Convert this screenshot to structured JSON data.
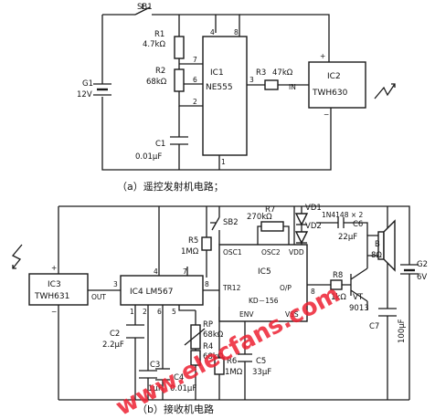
{
  "transmitter": {
    "sb1": "SB1",
    "r1": "R1",
    "r1_val": "4.7kΩ",
    "r2": "R2",
    "r2_val": "68kΩ",
    "g1": "G1",
    "g1_val": "12V",
    "c1": "C1",
    "c1_val": "0.01μF",
    "ic1": "IC1",
    "ic1_part": "NE555",
    "pin7": "7",
    "pin6": "6",
    "pin2": "2",
    "pin4": "4",
    "pin8": "8",
    "pin1": "1",
    "pin3": "3",
    "r3": "R3",
    "r3_val": "47kΩ",
    "ic2": "IC2",
    "ic2_part": "TWH630",
    "in_label": "IN",
    "plus": "+",
    "minus": "−",
    "caption": "（a）遥控发射机电路；"
  },
  "receiver": {
    "ic3": "IC3",
    "ic3_part": "TWH631",
    "ic3_plus": "+",
    "ic3_minus": "−",
    "out_label": "OUT",
    "ic4": "IC4 LM567",
    "ic4_pin3": "3",
    "ic4_pin4": "4",
    "ic4_pin8": "8",
    "ic4_pin1": "1",
    "ic4_pin2": "2",
    "ic4_pin6": "6",
    "ic4_pin5": "5",
    "ic4_pin7": "7",
    "c2": "C2",
    "c2_val": "2.2μF",
    "c3": "C3",
    "c3_val": "1μF",
    "c4": "C4",
    "c4_val": "0.01μF",
    "rp": "RP",
    "rp_val": "68kΩ",
    "r4": "R4",
    "r4_val": "68kΩ",
    "r5": "R5",
    "r5_val": "1MΩ",
    "sb2": "SB2",
    "r7_val": "270kΩ",
    "r7": "R7",
    "r6": "R6",
    "r6_val": "1MΩ",
    "c5": "C5",
    "c5_val": "33μF",
    "ic5": "IC5",
    "osc1": "OSC1",
    "osc2": "OSC2",
    "vdd": "VDD",
    "tr12": "TR12",
    "kd156": "KD－156",
    "op": "O/P",
    "env": "ENV",
    "vss": "VSS",
    "pin8": "8",
    "vd1": "VD1",
    "vd2": "VD2",
    "diodes": "1N4148 × 2",
    "c6": "C6",
    "c6_val": "22μF",
    "spk_b": "B",
    "spk_val": "8Ω",
    "r8": "R8",
    "r8_val": "1kΩ",
    "vt": "VT",
    "vt_part": "9013",
    "c7": "C7",
    "c7_val": "100μF",
    "g2": "G2",
    "g2_val": "6V",
    "caption": "（b）接收机电路"
  },
  "watermark": "www.elecfans.com"
}
